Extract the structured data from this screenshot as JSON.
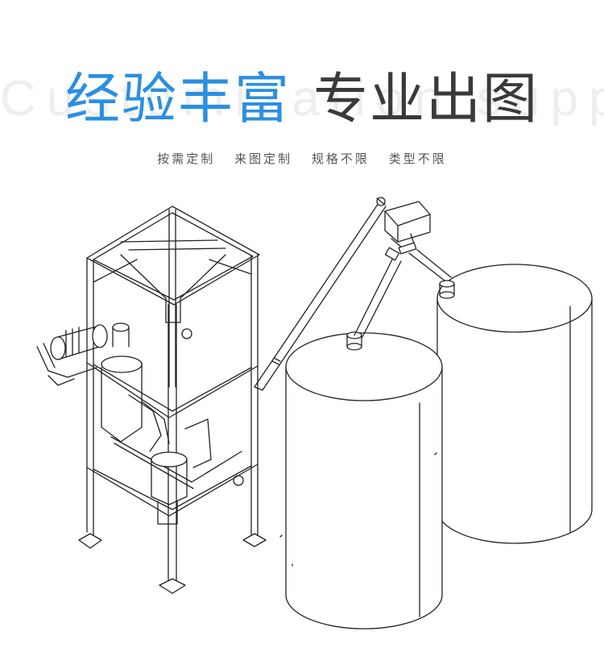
{
  "watermark": "Customization suppor",
  "title": {
    "part1": "经验丰富",
    "part2": "专业出图"
  },
  "subtitle": {
    "items": [
      "按需定制",
      "来图定制",
      "规格不限",
      "类型不限"
    ]
  },
  "colors": {
    "accent": "#2b8fe0",
    "dark_text": "#3a3a3a",
    "line": "#222222"
  }
}
